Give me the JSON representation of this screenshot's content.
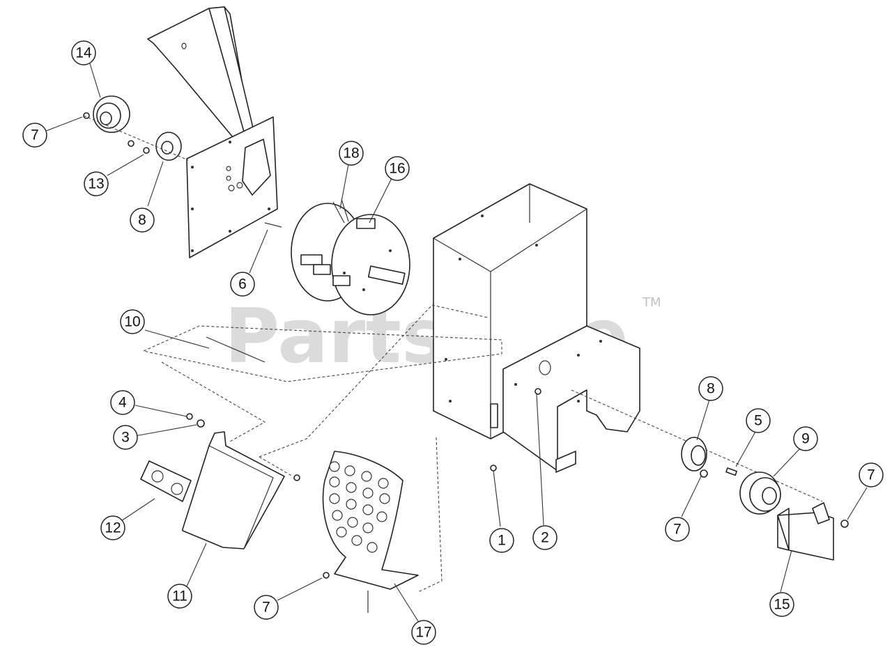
{
  "watermark": {
    "text": "PartsTree",
    "trademark": "TM"
  },
  "callouts": [
    {
      "number": "14"
    },
    {
      "number": "7"
    },
    {
      "number": "13"
    },
    {
      "number": "8"
    },
    {
      "number": "6"
    },
    {
      "number": "18"
    },
    {
      "number": "16"
    },
    {
      "number": "10"
    },
    {
      "number": "4"
    },
    {
      "number": "3"
    },
    {
      "number": "12"
    },
    {
      "number": "11"
    },
    {
      "number": "7"
    },
    {
      "number": "17"
    },
    {
      "number": "1"
    },
    {
      "number": "2"
    },
    {
      "number": "8"
    },
    {
      "number": "5"
    },
    {
      "number": "9"
    },
    {
      "number": "7"
    },
    {
      "number": "7"
    },
    {
      "number": "15"
    }
  ]
}
